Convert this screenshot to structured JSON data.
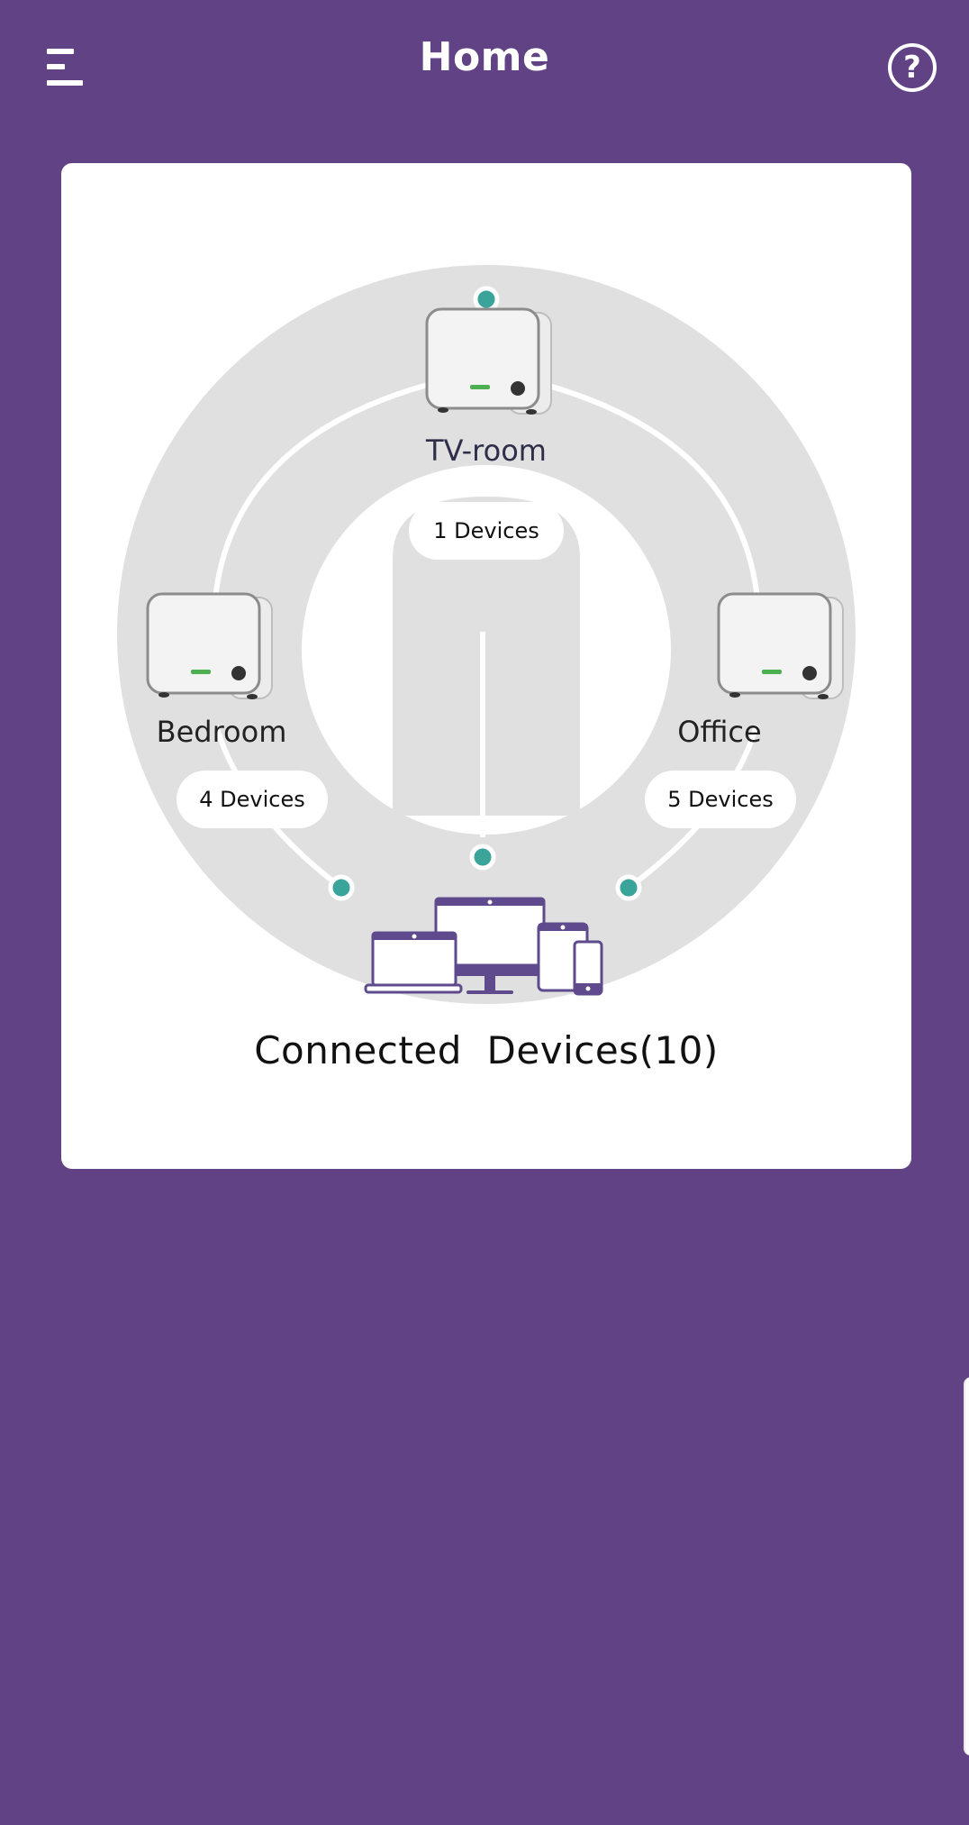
{
  "header": {
    "title": "Home",
    "menu_icon": "menu-icon",
    "help_icon": "help-icon",
    "help_glyph": "?"
  },
  "network": {
    "nodes": [
      {
        "name": "TV-room",
        "devices_label": "1 Devices"
      },
      {
        "name": "Bedroom",
        "devices_label": "4 Devices"
      },
      {
        "name": "Office",
        "devices_label": "5 Devices"
      }
    ],
    "connected_devices_label": "Connected  Devices(10)"
  },
  "colors": {
    "background": "#614285",
    "card": "#ffffff",
    "ring": "#e0e0e0",
    "link_dot": "#3aa39a",
    "tv_room_label": "#2e2e4a",
    "device_purple": "#5e4a8c"
  }
}
